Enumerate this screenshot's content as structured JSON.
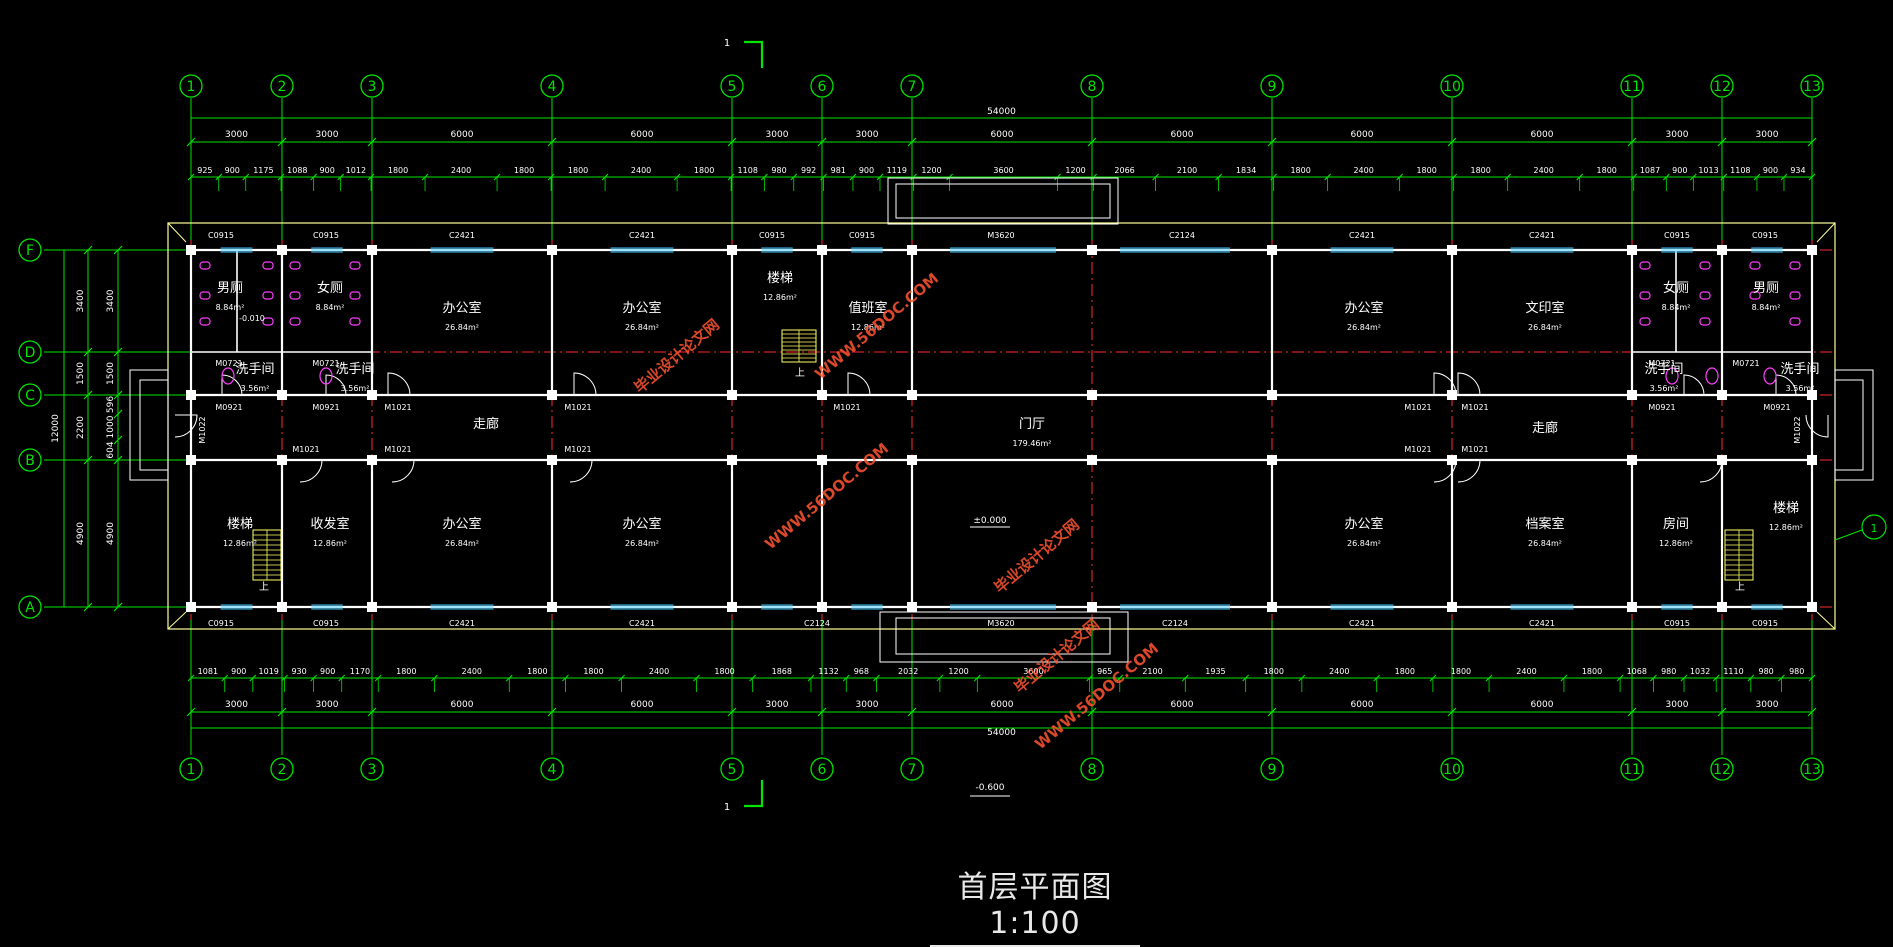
{
  "drawing": {
    "title": "首层平面图1:100",
    "total_length": "54000",
    "total_depth": "12000",
    "elevations": {
      "floor": "±0.000",
      "ground": "-0.600",
      "toilet": "-0.010"
    },
    "section_mark": "1"
  },
  "colors": {
    "background": "#000000",
    "grid_axis": "#00e400",
    "axis_line": "#ff2a2a",
    "wall": "#ffffff",
    "window": "#3ec8ff",
    "furniture": "#ff3dff",
    "text": "#ffffff"
  },
  "axes": {
    "x": [
      "1",
      "2",
      "3",
      "4",
      "5",
      "6",
      "7",
      "8",
      "9",
      "10",
      "11",
      "12",
      "13"
    ],
    "y": [
      "F",
      "D",
      "C",
      "B",
      "A"
    ]
  },
  "dims": {
    "top_span": [
      "3000",
      "3000",
      "6000",
      "6000",
      "3000",
      "3000",
      "6000",
      "6000",
      "6000",
      "6000",
      "3000",
      "3000"
    ],
    "top_detail": [
      "925",
      "900",
      "1175",
      "1088",
      "900",
      "1012",
      "1800",
      "2400",
      "1800",
      "1800",
      "2400",
      "1800",
      "1108",
      "980",
      "992",
      "981",
      "900",
      "1119",
      "1200",
      "3600",
      "1200",
      "2066",
      "2100",
      "1834",
      "1800",
      "2400",
      "1800",
      "1800",
      "2400",
      "1800",
      "1087",
      "900",
      "1013",
      "1108",
      "900",
      "934"
    ],
    "bottom_detail": [
      "1081",
      "900",
      "1019",
      "930",
      "900",
      "1170",
      "1800",
      "2400",
      "1800",
      "1800",
      "2400",
      "1800",
      "1868",
      "1132",
      "968",
      "2032",
      "1200",
      "3600",
      "965",
      "2100",
      "1935",
      "1800",
      "2400",
      "1800",
      "1800",
      "2400",
      "1800",
      "1068",
      "980",
      "1032",
      "1110",
      "980",
      "980"
    ],
    "bottom_span": [
      "3000",
      "3000",
      "6000",
      "6000",
      "3000",
      "3000",
      "6000",
      "6000",
      "6000",
      "6000",
      "3000",
      "3000"
    ],
    "left_outer": [
      "3400",
      "1500",
      "2200",
      "4900"
    ],
    "left_inner": [
      "3400",
      "1500",
      "596",
      "1000",
      "604",
      "4900"
    ]
  },
  "rooms": [
    {
      "name": "男厕",
      "area": "8.84m²"
    },
    {
      "name": "女厕",
      "area": "8.84m²"
    },
    {
      "name": "洗手间",
      "area": "3.56m²"
    },
    {
      "name": "洗手间",
      "area": "3.56m²"
    },
    {
      "name": "办公室",
      "area": "26.84m²"
    },
    {
      "name": "办公室",
      "area": "26.84m²"
    },
    {
      "name": "楼梯",
      "area": "12.86m²"
    },
    {
      "name": "值班室",
      "area": "12.86m²"
    },
    {
      "name": "走廊",
      "area": ""
    },
    {
      "name": "门厅",
      "area": "179.46m²"
    },
    {
      "name": "办公室",
      "area": "26.84m²"
    },
    {
      "name": "文印室",
      "area": "26.84m²"
    },
    {
      "name": "女厕",
      "area": "8.84m²"
    },
    {
      "name": "男厕",
      "area": "8.84m²"
    },
    {
      "name": "洗手间",
      "area": "3.56m²"
    },
    {
      "name": "洗手间",
      "area": "3.56m²"
    },
    {
      "name": "走廊",
      "area": ""
    },
    {
      "name": "楼梯",
      "area": "12.86m²"
    },
    {
      "name": "收发室",
      "area": "12.86m²"
    },
    {
      "name": "办公室",
      "area": "26.84m²"
    },
    {
      "name": "办公室",
      "area": "26.84m²"
    },
    {
      "name": "办公室",
      "area": "26.84m²"
    },
    {
      "name": "档案室",
      "area": "26.84m²"
    },
    {
      "name": "房间",
      "area": "12.86m²"
    },
    {
      "name": "楼梯",
      "area": "12.86m²"
    }
  ],
  "labels": {
    "window_top": [
      "C0915",
      "C0915",
      "C2421",
      "C2421",
      "C0915",
      "C0915",
      "M3620",
      "C2124",
      "C2421",
      "C2421",
      "C0915",
      "C0915"
    ],
    "window_bottom": [
      "C0915",
      "C0915",
      "C2421",
      "C2421",
      "C2124",
      "M3620",
      "C2124",
      "C2421",
      "C2421",
      "C0915",
      "C0915"
    ],
    "doors": [
      "M0721",
      "M0721",
      "M0921",
      "M0921",
      "M1021",
      "M1021",
      "M1021",
      "M1021",
      "M1021",
      "M1021",
      "M1021",
      "M1021",
      "M1021",
      "M1021",
      "M0721",
      "M0721",
      "M0921",
      "M0921",
      "M1022",
      "M1022"
    ],
    "stair_up": "上"
  },
  "watermarks": [
    "毕业设计论文网",
    "WWW.56DOC.COM"
  ]
}
